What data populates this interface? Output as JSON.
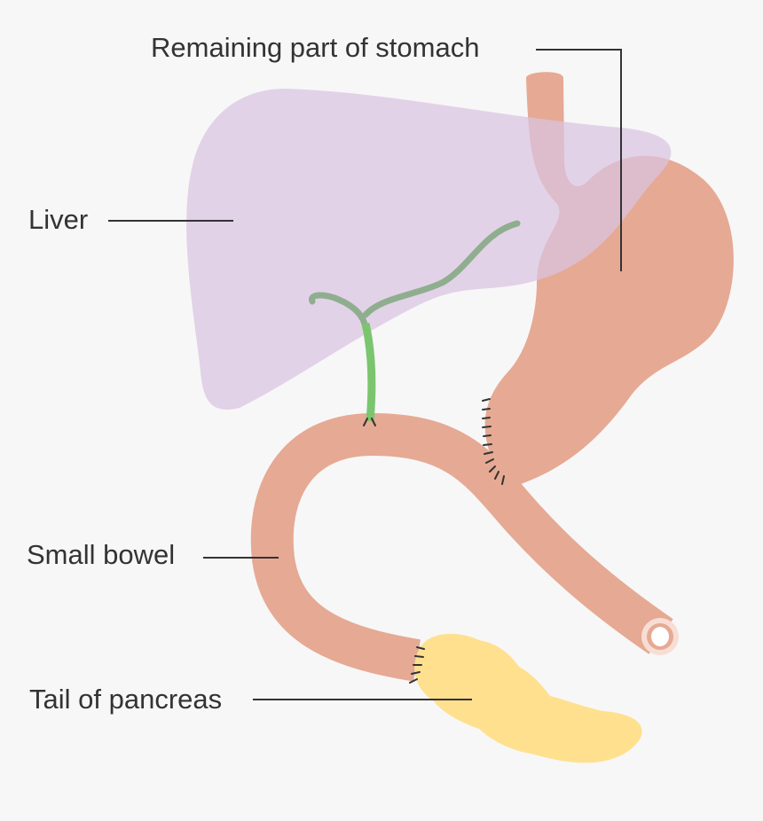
{
  "diagram": {
    "labels": {
      "stomach": "Remaining part of stomach",
      "liver": "Liver",
      "small_bowel": "Small bowel",
      "pancreas": "Tail of pancreas"
    },
    "colors": {
      "background": "#f7f7f7",
      "liver": "#d9c4e1",
      "stomach": "#e6a994",
      "bowel": "#e6a994",
      "pancreas": "#fee08f",
      "bile_duct_upper": "#8fae8f",
      "bile_duct_lower": "#7bc56f",
      "leader_line": "#333333",
      "suture": "#333333"
    }
  }
}
